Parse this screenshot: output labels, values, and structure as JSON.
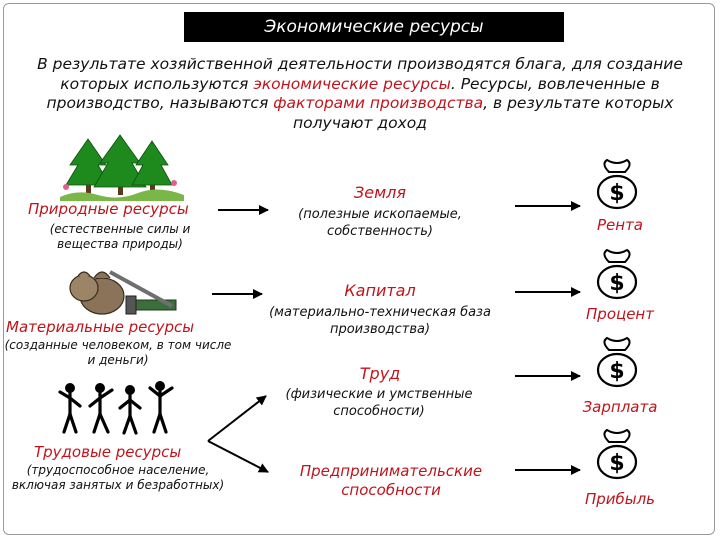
{
  "title": "Экономические ресурсы",
  "intro": {
    "part1": "В результате хозяйственной деятельности производятся блага, для создание которых используются ",
    "highlight1": "экономические ресурсы",
    "part2": ". Ресурсы, вовлеченные в производство, называются ",
    "highlight2": "факторами производства",
    "part3": ", в результате которых получают доход"
  },
  "resources": [
    {
      "name": "Природные ресурсы",
      "description": "(естественные силы и вещества природы)",
      "icon": "trees-icon"
    },
    {
      "name": "Материальные ресурсы",
      "description": "(созданные человеком, в том числе и деньги)",
      "icon": "money-bags-icon"
    },
    {
      "name": "Трудовые ресурсы",
      "description": "(трудоспособное население, включая занятых и безработных)",
      "icon": "people-icon"
    }
  ],
  "factors": [
    {
      "name": "Земля",
      "description": "(полезные ископаемые, собственность)"
    },
    {
      "name": "Капитал",
      "description": "(материально-техническая база производства)"
    },
    {
      "name": "Труд",
      "description": "(физические и умственные способности)"
    },
    {
      "name": "Предпринимательские способности",
      "description": ""
    }
  ],
  "incomes": [
    "Рента",
    "Процент",
    "Зарплата",
    "Прибыль"
  ],
  "colors": {
    "accent": "#c0141c",
    "title_bg": "#000000",
    "tree": "#1e8a1e"
  }
}
